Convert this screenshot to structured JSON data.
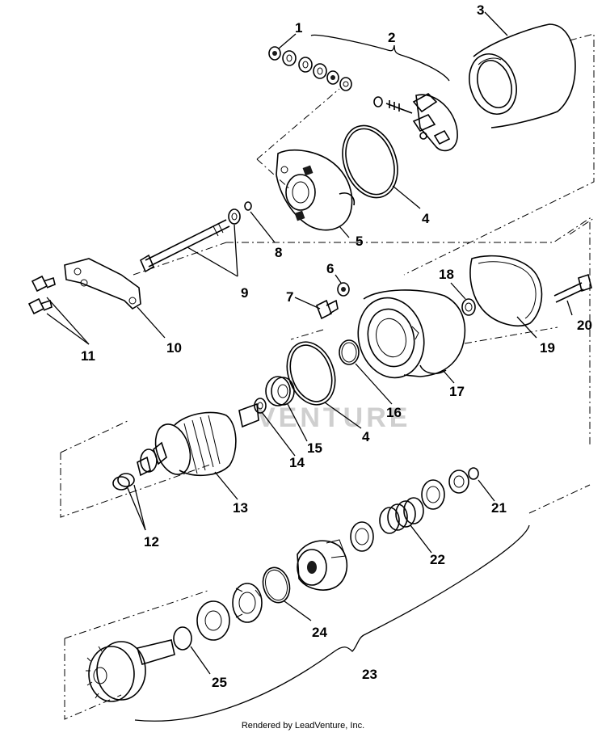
{
  "diagram": {
    "watermark_text": "VENTURE",
    "callouts": [
      "1",
      "2",
      "3",
      "4",
      "5",
      "6",
      "7",
      "8",
      "9",
      "10",
      "11",
      "12",
      "13",
      "14",
      "15",
      "16",
      "17",
      "18",
      "19",
      "20",
      "21",
      "22",
      "23",
      "24",
      "25"
    ],
    "callout_4_repeat": "4"
  },
  "footer": {
    "text": "Rendered by LeadVenture, Inc."
  }
}
